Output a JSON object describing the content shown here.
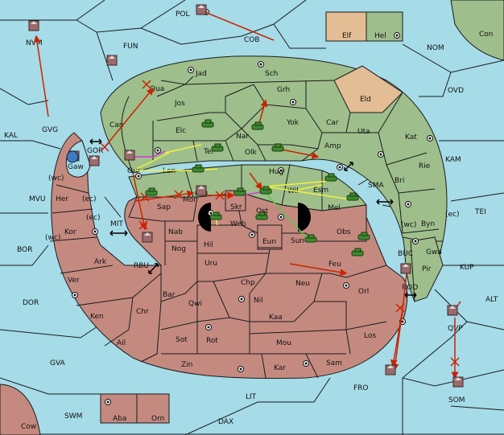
{
  "colors": {
    "sea": "#a6dbe8",
    "green_power": "#9ebf8c",
    "red_power": "#c48a80",
    "tan_power": "#e3bd93",
    "move_arrow": "#cc2200",
    "support_yellow": "#f2f23a",
    "support_magenta": "#d33ad3",
    "support_green": "#55cc44",
    "army_green": "#3d8a2e",
    "fleet_red": "#9c6a6a"
  },
  "regions": {
    "pol": "POL",
    "cob": "COB",
    "fun": "FUN",
    "nom": "NOM",
    "nvm": "NVM",
    "ovd": "OVD",
    "kal": "KAL",
    "gvg": "GVG",
    "kam": "KAM",
    "mvu": "MVU",
    "sma": "SMA",
    "tei": "TEI",
    "mit": "MIT",
    "bor": "BOR",
    "buc": "BUC",
    "kup": "KUP",
    "rbu": "RBU",
    "rod": "ROD",
    "dor": "DOR",
    "alt": "ALT",
    "qvp": "QVP",
    "gva": "GVA",
    "fro": "FRO",
    "lit": "LIT",
    "som": "SOM",
    "swm": "SWM",
    "dax": "DAX",
    "cow": "Cow",
    "con": "Con",
    "elf": "Elf",
    "hel": "Hel",
    "eld": "Eld",
    "jad": "Jad",
    "sch": "Sch",
    "qua": "Qua",
    "jos": "Jos",
    "grh": "Grh",
    "can": "Can",
    "yok": "Yok",
    "car": "Car",
    "elc": "Elc",
    "nar": "Nar",
    "uta": "Uta",
    "kat": "Kat",
    "gor": "GOR",
    "gaw": "Gaw",
    "tel": "Tel",
    "olk": "Olk",
    "amp": "Amp",
    "gur": "Gur",
    "rie": "Rie",
    "hug": "Hug",
    "lan": "Lan",
    "bri": "Bri",
    "wc1": "(wc)",
    "esm": "Esm",
    "wil": "Wil",
    "her": "Her",
    "ec1": "(ec)",
    "sap": "Sap",
    "mor": "Mor",
    "skr": "Skr",
    "mel": "Mel",
    "ost": "Ost",
    "web": "Web",
    "ec2": "(ec)",
    "kor": "Kor",
    "wc2": "(wc)",
    "nab": "Nab",
    "byn": "Byn",
    "wc3": "(wc)",
    "ec3": "(ec)",
    "obs": "Obs",
    "eun": "Eun",
    "sun": "Sun",
    "hil": "Hil",
    "gwa": "Gwa",
    "nog": "Nog",
    "ark": "Ark",
    "pir": "Pir",
    "uru": "Uru",
    "feu": "Feu",
    "ver": "Ver",
    "chp": "Chp",
    "neu": "Neu",
    "bar": "Bar",
    "orl": "Orl",
    "qwi": "Qwi",
    "nil": "Nil",
    "ken": "Ken",
    "chr": "Chr",
    "kaa": "Kaa",
    "ail": "Ail",
    "sot": "Sot",
    "rot": "Rot",
    "mou": "Mou",
    "los": "Los",
    "zin": "Zin",
    "kar": "Kar",
    "sam": "Sam",
    "aba": "Aba",
    "orn": "Orn"
  },
  "units": {
    "armies": [
      {
        "name": "army-elc"
      },
      {
        "name": "army-nar"
      },
      {
        "name": "army-olk"
      },
      {
        "name": "army-tel"
      },
      {
        "name": "army-lan"
      },
      {
        "name": "army-wil"
      },
      {
        "name": "army-esm"
      },
      {
        "name": "army-mel"
      },
      {
        "name": "army-mor"
      },
      {
        "name": "army-sap"
      },
      {
        "name": "army-ost"
      },
      {
        "name": "army-sun"
      },
      {
        "name": "army-obs"
      },
      {
        "name": "army-feu"
      },
      {
        "name": "army-web"
      },
      {
        "name": "army-skr"
      }
    ],
    "fleets": [
      {
        "name": "fleet-pol"
      },
      {
        "name": "fleet-nvm"
      },
      {
        "name": "fleet-fun"
      },
      {
        "name": "fleet-gor"
      },
      {
        "name": "fleet-gur"
      },
      {
        "name": "fleet-mor"
      },
      {
        "name": "fleet-rbu"
      },
      {
        "name": "fleet-buc"
      },
      {
        "name": "fleet-qvp"
      },
      {
        "name": "fleet-los"
      },
      {
        "name": "fleet-som"
      },
      {
        "name": "fleet-gaw"
      }
    ]
  }
}
